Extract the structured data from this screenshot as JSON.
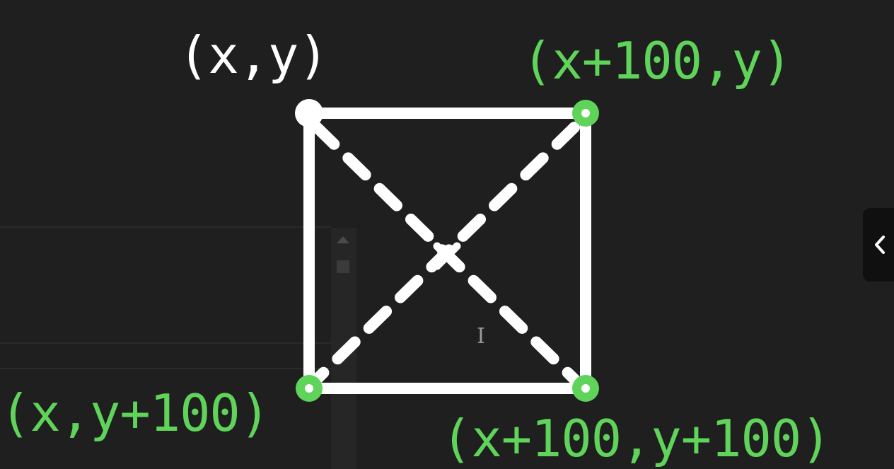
{
  "labels": {
    "top_left": "(x,y)",
    "top_right": "(x+100,y)",
    "bottom_left": "(x,y+100)",
    "bottom_right": "(x+100,y+100)"
  },
  "colors": {
    "background": "#1f1f1f",
    "primary": "#ffffff",
    "accent": "#5fd35a"
  },
  "icons": {
    "side_tab": "chevron-left-icon",
    "cursor": "text-cursor-icon"
  }
}
